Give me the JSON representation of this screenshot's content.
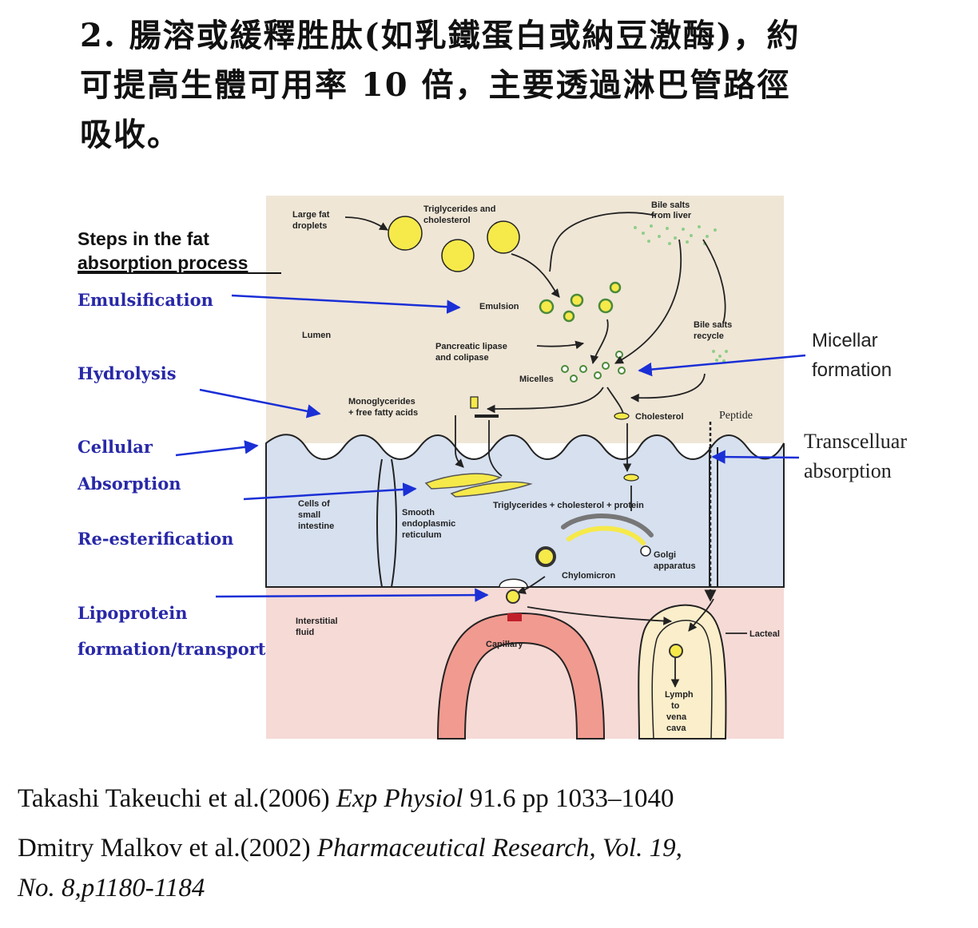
{
  "heading": {
    "line1": "2. 腸溶或緩釋胜肽(如乳鐵蛋白或納豆激酶)，約",
    "line2": "可提高生體可用率 10 倍，主要透過淋巴管路徑",
    "line3": "吸收。"
  },
  "diagram": {
    "title_line1": "Steps in the fat",
    "title_line2": "absorption process",
    "steps": [
      "Emulsification",
      "Hydrolysis",
      "Cellular",
      "Absorption",
      "Re-esterification",
      "Lipoprotein",
      "formation/transport"
    ],
    "right_notes": [
      "Micellar",
      "formation",
      "Transcelluar",
      "absorption"
    ],
    "labels": {
      "large_fat_1": "Large fat",
      "large_fat_2": "droplets",
      "tri_chol_1": "Triglycerides and",
      "tri_chol_2": "cholesterol",
      "bile_1": "Bile salts",
      "bile_2": "from liver",
      "emulsion": "Emulsion",
      "lumen": "Lumen",
      "lipase_1": "Pancreatic lipase",
      "lipase_2": "and colipase",
      "bile_recycle_1": "Bile salts",
      "bile_recycle_2": "recycle",
      "micelles": "Micelles",
      "mono_1": "Monoglycerides",
      "mono_2": "+ free fatty acids",
      "cholesterol": "Cholesterol",
      "peptide": "Peptide",
      "cells_1": "Cells of",
      "cells_2": "small",
      "cells_3": "intestine",
      "ser_1": "Smooth",
      "ser_2": "endoplasmic",
      "ser_3": "reticulum",
      "tcp": "Triglycerides + cholesterol + protein",
      "golgi_1": "Golgi",
      "golgi_2": "apparatus",
      "chylomicron": "Chylomicron",
      "interstitial_1": "Interstitial",
      "interstitial_2": "fluid",
      "capillary": "Capillary",
      "lacteal": "Lacteal",
      "lymph_1": "Lymph",
      "lymph_2": "to",
      "lymph_3": "vena",
      "lymph_4": "cava"
    }
  },
  "citations": [
    {
      "plain": "Takashi Takeuchi et al.(2006) ",
      "italic": "Exp Physiol",
      "tail": " 91.6 pp 1033–1040"
    },
    {
      "plain": "Dmitry Malkov et al.(2002) ",
      "italic": "Pharmaceutical Research, Vol. 19,",
      "tail": ""
    },
    {
      "plain": "",
      "italic": "No. 8,p1180-1184",
      "tail": ""
    }
  ],
  "colors": {
    "lumen_bg": "#efe6d6",
    "cell_bg": "#d6e0ef",
    "interstitial_bg": "#f6dad6",
    "capillary": "#f19a90",
    "droplet": "#f6e94a",
    "arrow_blue": "#1a2fd6",
    "step_text": "#2828a8",
    "bile": "#8fcf86"
  }
}
